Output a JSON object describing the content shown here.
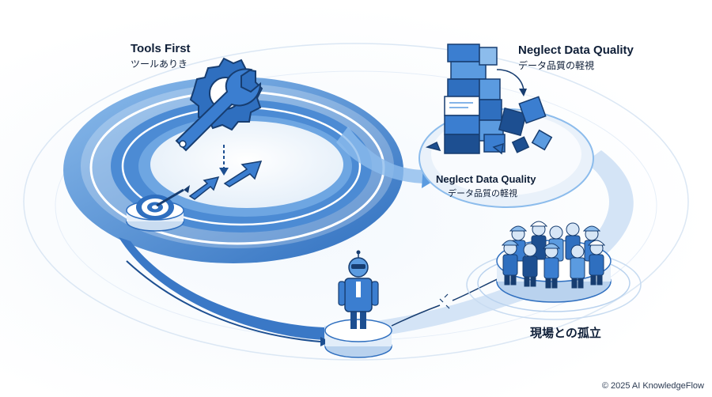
{
  "labels": {
    "tools_first": {
      "en": "Tools First",
      "jp": "ツールありき"
    },
    "data_quality_top": {
      "en": "Neglect Data Quality",
      "jp": "データ品質の軽視"
    },
    "data_quality_mid": {
      "en": "Neglect Data Quality",
      "jp": "データ品質の軽視"
    },
    "isolation": {
      "jp": "現場との孤立"
    }
  },
  "footer": {
    "copyright": "© 2025 AI KnowledgeFlow"
  },
  "colors": {
    "primary": "#2f6fbf",
    "dark": "#1d4f91",
    "light": "#cfe1f5",
    "accent": "#5b9be0"
  }
}
